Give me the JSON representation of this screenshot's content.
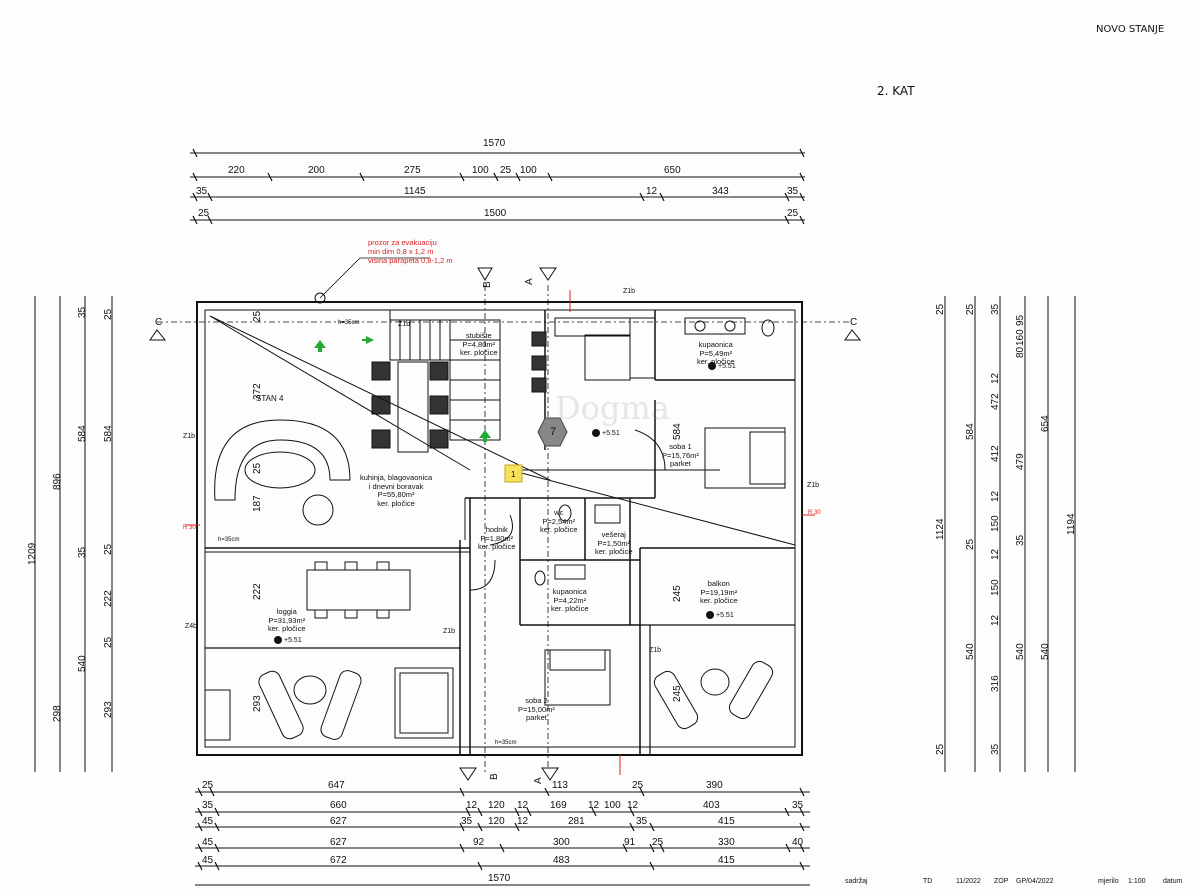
{
  "header": {
    "state": "NOVO STANJE",
    "floor": "2. KAT"
  },
  "dims_top": {
    "row1": [
      "1570"
    ],
    "row2": [
      "220",
      "200",
      "275",
      "100",
      "25",
      "100",
      "650"
    ],
    "row3": [
      "35",
      "1145",
      "12",
      "343",
      "35"
    ],
    "row4": [
      "25",
      "1500",
      "25"
    ]
  },
  "dims_bottom": {
    "row1": [
      "25",
      "647",
      "113",
      "25",
      "390"
    ],
    "row2": [
      "35",
      "660",
      "12",
      "120",
      "12",
      "169",
      "12",
      "100",
      "12",
      "403",
      "35"
    ],
    "row3": [
      "45",
      "627",
      "35",
      "120",
      "12",
      "281",
      "35",
      "415"
    ],
    "row4": [
      "45",
      "627",
      "92",
      "300",
      "91",
      "25",
      "330",
      "40"
    ],
    "row5": [
      "45",
      "672",
      "483",
      "415"
    ],
    "row6": [
      "1570"
    ]
  },
  "dims_left": {
    "c1": [
      "1209"
    ],
    "c2": [
      "896",
      "298"
    ],
    "c3": [
      "35",
      "584",
      "35",
      "540"
    ],
    "c4": [
      "25",
      "584",
      "25",
      "222",
      "25",
      "293"
    ]
  },
  "dims_right": {
    "c1": [
      "25",
      "1124",
      "25"
    ],
    "c2": [
      "25",
      "584",
      "25",
      "540"
    ],
    "c3": [
      "35",
      "472",
      "12",
      "412",
      "12",
      "150",
      "12",
      "150",
      "12",
      "316",
      "35"
    ],
    "c4": [
      "95",
      "160",
      "80",
      "35",
      "479",
      "540"
    ],
    "c5": [
      "654",
      "540"
    ],
    "c6": [
      "1194"
    ]
  },
  "interior_dims": [
    "372",
    "187",
    "222",
    "293",
    "584",
    "245",
    "245",
    "25",
    "25"
  ],
  "rooms": {
    "stan": "STAN 4",
    "kitchen": [
      "kuhinja, blagovaonica",
      "i dnevni boravak",
      "P=55,80m²",
      "ker. pločice"
    ],
    "stairs": [
      "stubište",
      "P=4,80m²",
      "ker. pločice"
    ],
    "bath1": [
      "kupaonica",
      "P=5,49m²",
      "ker. pločice"
    ],
    "bed1": [
      "soba 1",
      "P=15,76m²",
      "parket"
    ],
    "wc": [
      "wc",
      "P=2,54m²",
      "ker. pločice"
    ],
    "hall": [
      "hodnik",
      "P=1,80m²",
      "ker. pločice"
    ],
    "laundry": [
      "vešeraj",
      "P=1,50m²",
      "ker. pločice"
    ],
    "bath2": [
      "kupaonica",
      "P=4,22m²",
      "ker. pločice"
    ],
    "loggia": [
      "loggia",
      "P=31,93m²",
      "ker. pločice"
    ],
    "balcony": [
      "balkon",
      "P=19,19m²",
      "ker. pločice"
    ],
    "bed2": [
      "soba 2",
      "P=15,00m²",
      "parket"
    ]
  },
  "evacuation": [
    "prozor za evakuaciju",
    "min dim 0,8 x 1,2 m",
    "visina parapeta 0,8-1,2 m"
  ],
  "sections": {
    "a": "A",
    "b": "B",
    "c": "C"
  },
  "levels": {
    "l1": "+5.51",
    "l2": "+5.51",
    "l3": "+5.51",
    "l4": "+5.51"
  },
  "markers": {
    "hex": "7",
    "square": "1",
    "wall_z1b": "Z1b",
    "wall_z4b": "Z4b",
    "r30": "R 30",
    "h35": "h=35cm"
  },
  "watermark": "Dogma",
  "titleblock": [
    "sadržaj",
    "TD",
    "11/2022",
    "ZOP",
    "GP/04/2022",
    "mjerilo",
    "1:100",
    "datum"
  ],
  "colors": {
    "line": "#111111",
    "red": "#d22222",
    "green": "#22aa33",
    "yellow": "#f5e15a",
    "hex": "#888888"
  }
}
